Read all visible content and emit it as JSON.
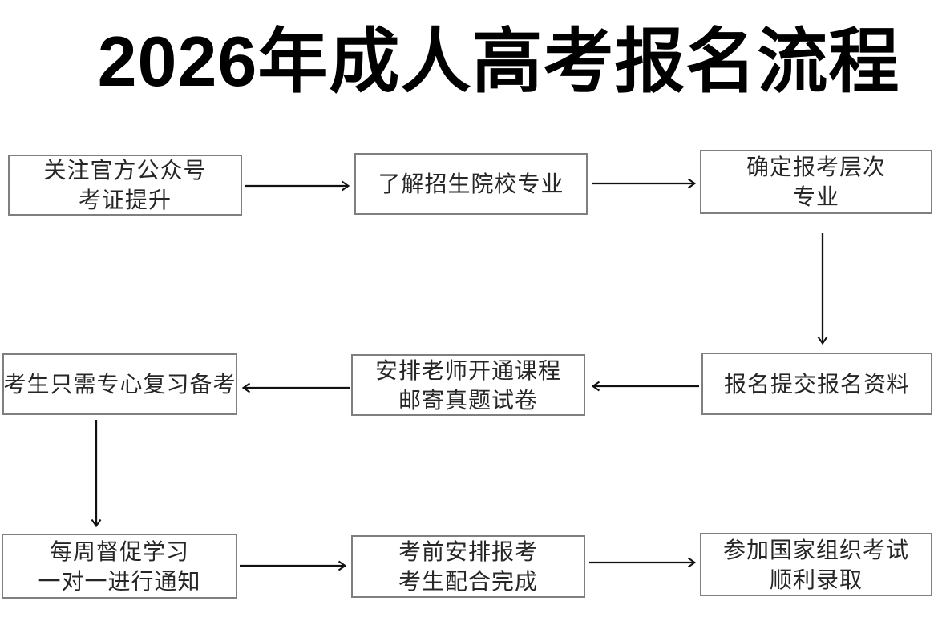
{
  "page": {
    "title": "2026年成人高考报名流程"
  },
  "colors": {
    "box_border": "#7f7f7f",
    "box_text": "#262626",
    "arrow": "#111111",
    "title_text": "#000000",
    "background": "#ffffff"
  },
  "flow": {
    "nodes": [
      {
        "id": "follow-official-account",
        "lines": [
          "关注官方公众号",
          "考证提升"
        ]
      },
      {
        "id": "learn-colleges-majors",
        "lines": [
          "了解招生院校专业"
        ]
      },
      {
        "id": "confirm-level-major",
        "lines": [
          "确定报考层次",
          "专业"
        ]
      },
      {
        "id": "submit-registration",
        "lines": [
          "报名提交报名资料"
        ]
      },
      {
        "id": "teacher-opens-course",
        "lines": [
          "安排老师开通课程",
          "邮寄真题试卷"
        ]
      },
      {
        "id": "focus-on-review",
        "lines": [
          "考生只需专心复习备考"
        ]
      },
      {
        "id": "weekly-supervision",
        "lines": [
          "每周督促学习",
          "一对一进行通知"
        ]
      },
      {
        "id": "pre-exam-arrangement",
        "lines": [
          "考前安排报考",
          "考生配合完成"
        ]
      },
      {
        "id": "take-national-exam",
        "lines": [
          "参加国家组织考试",
          "顺利录取"
        ]
      }
    ],
    "connections": [
      {
        "from": "follow-official-account",
        "to": "learn-colleges-majors",
        "direction": "right"
      },
      {
        "from": "learn-colleges-majors",
        "to": "confirm-level-major",
        "direction": "right"
      },
      {
        "from": "confirm-level-major",
        "to": "submit-registration",
        "direction": "down"
      },
      {
        "from": "submit-registration",
        "to": "teacher-opens-course",
        "direction": "left"
      },
      {
        "from": "teacher-opens-course",
        "to": "focus-on-review",
        "direction": "left"
      },
      {
        "from": "focus-on-review",
        "to": "weekly-supervision",
        "direction": "down"
      },
      {
        "from": "weekly-supervision",
        "to": "pre-exam-arrangement",
        "direction": "right"
      },
      {
        "from": "pre-exam-arrangement",
        "to": "take-national-exam",
        "direction": "right"
      }
    ]
  }
}
